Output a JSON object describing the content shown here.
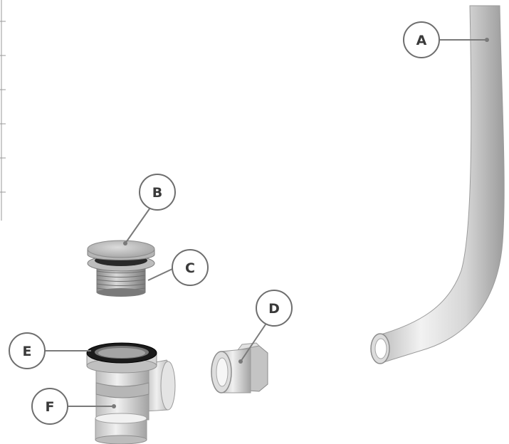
{
  "labels": {
    "a": "A",
    "b": "B",
    "c": "C",
    "d": "D",
    "e": "E",
    "f": "F"
  },
  "colors": {
    "callout_stroke": "#6e6e6e",
    "leader_line": "#7a7a7a",
    "part_light": "#eaeaea",
    "part_mid": "#c8c8c8",
    "part_dark": "#8e8e8e",
    "gasket": "#1a1a1a",
    "thread": "#9a9a9a"
  },
  "icons": {
    "tube": "pipe-tube-icon",
    "cap": "drain-cap-icon",
    "threaded_body": "threaded-drain-body-icon",
    "adapter": "hex-adapter-icon",
    "gasket": "rubber-gasket-icon",
    "tee": "tee-fitting-icon"
  }
}
